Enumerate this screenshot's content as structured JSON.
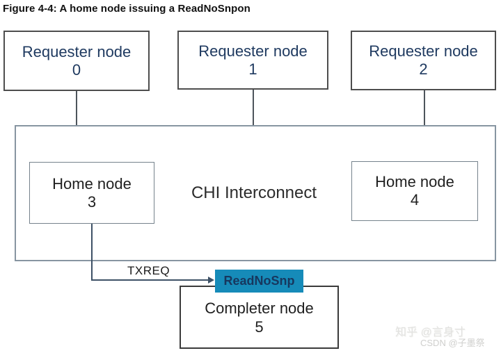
{
  "title": "Figure 4-4: A home node issuing a ReadNoSnpon",
  "colors": {
    "requester_text": "#1f3a60",
    "node_text": "#1f1f1f",
    "teal_badge_bg": "#168bb9",
    "teal_badge_text": "#17375e",
    "interconnect_border": "#8795a1",
    "arrow": "#3d5166"
  },
  "diagram": {
    "requester_nodes": [
      {
        "name": "Requester node",
        "number": "0"
      },
      {
        "name": "Requester node",
        "number": "1"
      },
      {
        "name": "Requester node",
        "number": "2"
      }
    ],
    "interconnect_label": "CHI Interconnect",
    "home_nodes": [
      {
        "name": "Home node",
        "number": "3"
      },
      {
        "name": "Home node",
        "number": "4"
      }
    ],
    "completer_node": {
      "name": "Completer node",
      "number": "5"
    },
    "request_channel_label": "TXREQ",
    "transaction_label": "ReadNoSnp"
  },
  "watermarks": {
    "zhihu": "知乎 @言身寸",
    "csdn": "CSDN @子墨祭"
  }
}
